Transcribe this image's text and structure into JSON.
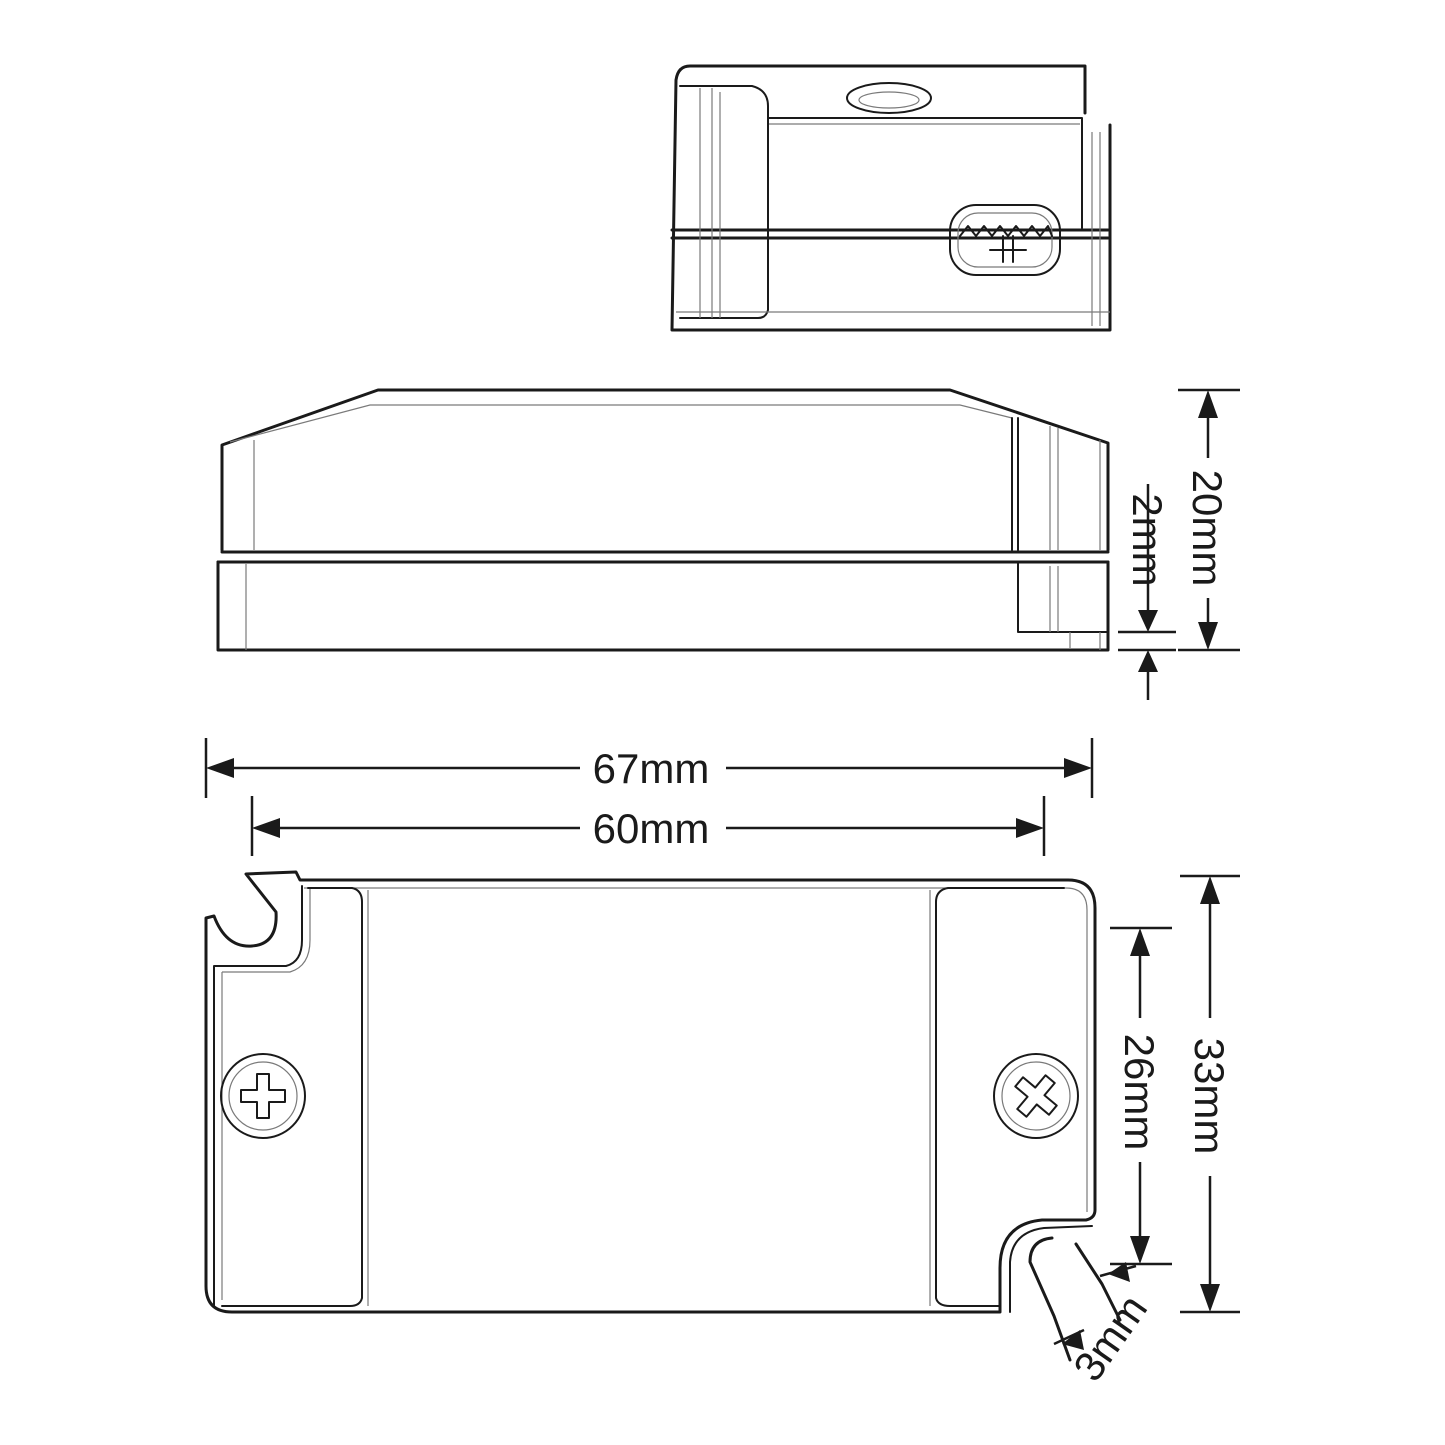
{
  "dimensions": {
    "length_total": "67mm",
    "length_mount": "60mm",
    "width_total": "33mm",
    "width_mount": "26mm",
    "height_total": "20mm",
    "height_base": "2mm",
    "slot_width": "3mm"
  }
}
